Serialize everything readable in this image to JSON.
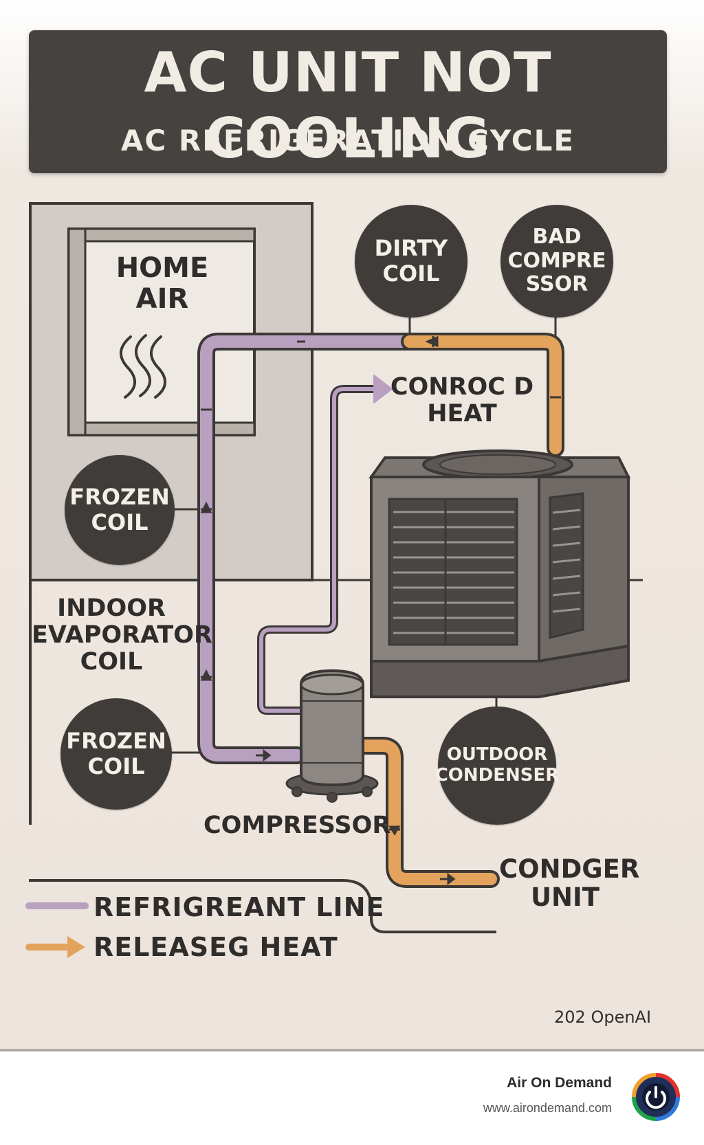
{
  "header": {
    "title": "AC UNIT NOT COOLING",
    "subtitle": "AC REFRIGERATION CYCLE"
  },
  "diagram": {
    "home_air_line1": "HOME",
    "home_air_line2": "AIR",
    "indoor_coil_line1": "INDOOR",
    "indoor_coil_line2": "EVAPORATOR",
    "indoor_coil_line3": "COIL",
    "conrocd_line1": "CONROC D",
    "conrocd_line2": "HEAT",
    "compressor_label": "COMPRESSOR",
    "condger_line1": "CONDGER",
    "condger_line2": "UNIT"
  },
  "badges": {
    "dirty_coil": [
      "DIRTY",
      "COIL"
    ],
    "bad_compressor": [
      "BAD",
      "COMPRE",
      "SSOR"
    ],
    "frozen_coil_upper": [
      "FROZEN",
      "COIL"
    ],
    "frozen_coil_lower": [
      "FROZEN",
      "COIL"
    ],
    "outdoor_condenser": [
      "OUTDOOR",
      "CONDENSER"
    ]
  },
  "legend": {
    "refrigerant_line": "REFRIGREANT LINE",
    "release_heat": "RELEASEG HEAT"
  },
  "colors": {
    "refrigerant": "#b9a0c1",
    "heat": "#e3a35c",
    "dark": "#3f3c3a",
    "background": "#ece4dc"
  },
  "copyright": "202 OpenAI",
  "footer": {
    "brand": "Air On Demand",
    "url": "www.airondemand.com",
    "logo_icon": "power-icon"
  }
}
